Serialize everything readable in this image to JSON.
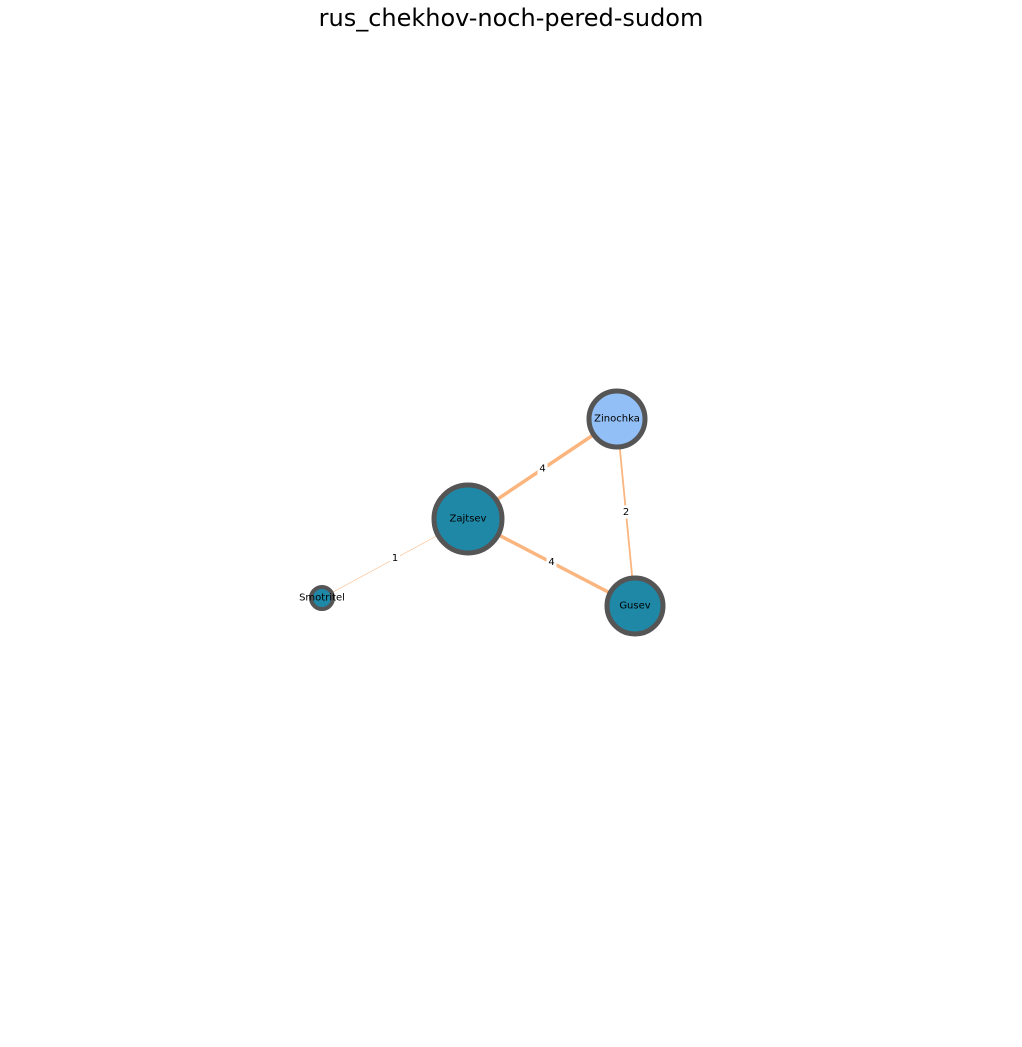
{
  "title": "rus_chekhov-noch-pered-sudom",
  "colors": {
    "edge": "#fbb57f",
    "node_outline": "#555555",
    "node_default": "#1f88a7",
    "node_highlight": "#92bff5"
  },
  "nodes": [
    {
      "id": "Zinochka",
      "label": "Zinochka",
      "color": "#92bff5"
    },
    {
      "id": "Zajtsev",
      "label": "Zajtsev",
      "color": "#1f88a7"
    },
    {
      "id": "Gusev",
      "label": "Gusev",
      "color": "#1f88a7"
    },
    {
      "id": "Smotritel",
      "label": "Smotritel",
      "color": "#1f88a7"
    }
  ],
  "edges": [
    {
      "source": "Zajtsev",
      "target": "Zinochka",
      "weight": "4"
    },
    {
      "source": "Zinochka",
      "target": "Gusev",
      "weight": "2"
    },
    {
      "source": "Zajtsev",
      "target": "Gusev",
      "weight": "4"
    },
    {
      "source": "Zajtsev",
      "target": "Smotritel",
      "weight": "1"
    }
  ]
}
